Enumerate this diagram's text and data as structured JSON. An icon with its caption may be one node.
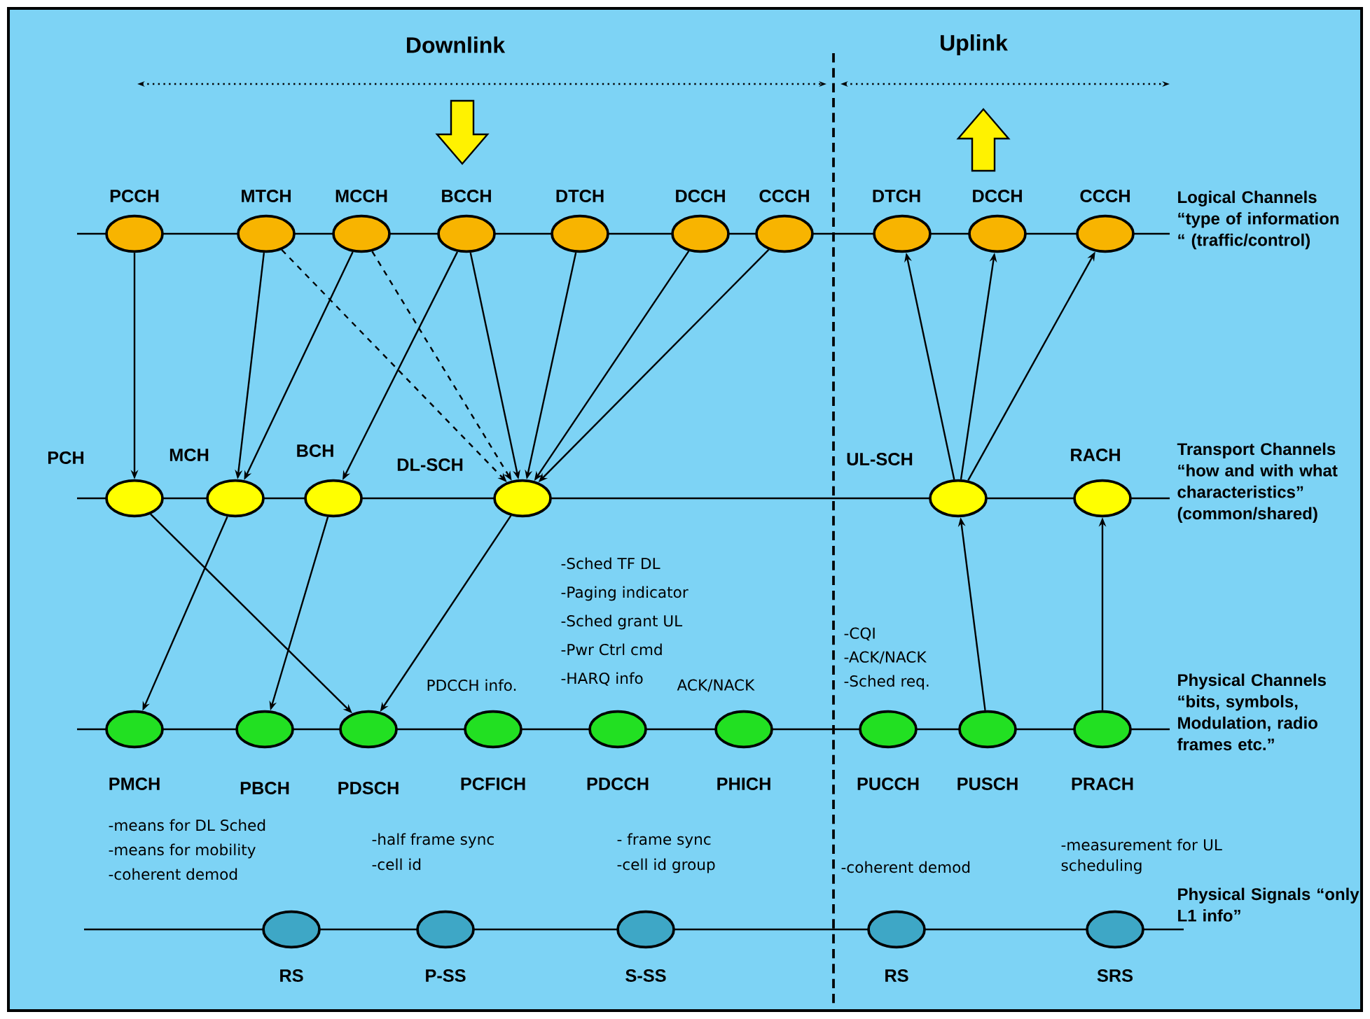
{
  "diagram": {
    "nodes": [
      {
        "text": [
          "PCCH"
        ]
      },
      {
        "text": [
          "MTCH"
        ]
      },
      {
        "text": [
          "MCCH"
        ]
      },
      {
        "text": [
          "BCCH"
        ]
      },
      {
        "text": [
          "DTCH"
        ]
      },
      {
        "text": [
          "DCCH"
        ]
      },
      {
        "text": [
          "CCCH"
        ]
      },
      {
        "text": [
          "DTCH"
        ]
      },
      {
        "text": [
          "DCCH"
        ]
      },
      {
        "text": [
          "CCCH"
        ]
      },
      {
        "text": [
          "PCH"
        ]
      },
      {
        "text": [
          "MCH"
        ]
      },
      {
        "text": [
          "BCH"
        ]
      },
      {
        "text": [
          "DL-SCH"
        ]
      },
      {
        "text": [
          "UL-SCH"
        ]
      },
      {
        "text": [
          "RACH"
        ]
      },
      {
        "text": [
          "PMCH"
        ]
      },
      {
        "text": [
          "PBCH"
        ]
      },
      {
        "text": [
          "PDSCH"
        ]
      },
      {
        "text": [
          "PCFICH"
        ],
        "beside": [
          "PDCCH info."
        ]
      },
      {
        "text": [
          "PDCCH"
        ],
        "beside": [
          "-Sched TF DL",
          "-Paging indicator",
          "-Sched grant UL",
          "-Pwr Ctrl cmd",
          "-HARQ info"
        ]
      },
      {
        "text": [
          "PHICH"
        ],
        "beside": [
          "ACK/NACK"
        ]
      },
      {
        "text": [
          "PUCCH"
        ],
        "beside": [
          "-CQI",
          "-ACK/NACK",
          "-Sched req."
        ]
      },
      {
        "text": [
          "PUSCH"
        ]
      },
      {
        "text": [
          "PRACH"
        ]
      },
      {
        "text": [
          "RS"
        ],
        "beside": [
          "-means for DL Sched",
          "-means for mobility",
          "-coherent demod"
        ]
      },
      {
        "text": [
          "P-SS"
        ],
        "beside": [
          "-half frame sync",
          "-cell id"
        ]
      },
      {
        "text": [
          "S-SS"
        ],
        "beside": [
          "- frame sync",
          "-cell id group"
        ]
      },
      {
        "text": [
          "RS"
        ],
        "beside": [
          "-coherent demod"
        ]
      },
      {
        "text": [
          "SRS"
        ],
        "beside": [
          "-measurement for UL scheduling"
        ]
      }
    ],
    "edges": [
      {
        "from": 0,
        "to": 10,
        "arrow": "to"
      },
      {
        "from": 1,
        "to": 11,
        "arrow": "to"
      },
      {
        "from": 1,
        "to": 13,
        "arrow": "to",
        "style": "dashed"
      },
      {
        "from": 2,
        "to": 11,
        "arrow": "to"
      },
      {
        "from": 2,
        "to": 13,
        "arrow": "to",
        "style": "dashed"
      },
      {
        "from": 3,
        "to": 12,
        "arrow": "to"
      },
      {
        "from": 3,
        "to": 13,
        "arrow": "to"
      },
      {
        "from": 4,
        "to": 13,
        "arrow": "to"
      },
      {
        "from": 5,
        "to": 13,
        "arrow": "to"
      },
      {
        "from": 6,
        "to": 13,
        "arrow": "to"
      },
      {
        "from": 10,
        "to": 18,
        "arrow": "to"
      },
      {
        "from": 11,
        "to": 16,
        "arrow": "to"
      },
      {
        "from": 12,
        "to": 17,
        "arrow": "to"
      },
      {
        "from": 13,
        "to": 18,
        "arrow": "to"
      },
      {
        "from": 14,
        "to": 7,
        "arrow": "to"
      },
      {
        "from": 14,
        "to": 8,
        "arrow": "to"
      },
      {
        "from": 14,
        "to": 9,
        "arrow": "to"
      },
      {
        "from": 23,
        "to": 14,
        "arrow": "to"
      },
      {
        "from": 24,
        "to": 15,
        "arrow": "to"
      }
    ],
    "labels": [
      "Downlink",
      "Uplink",
      "Logical Channels “type of information “ (traffic/control)",
      "Transport Channels “how and with what characteristics” (common/shared)",
      "Physical Channels “bits, symbols, Modulation, radio frames etc.”",
      "Physical Signals “only L1 info”"
    ]
  }
}
